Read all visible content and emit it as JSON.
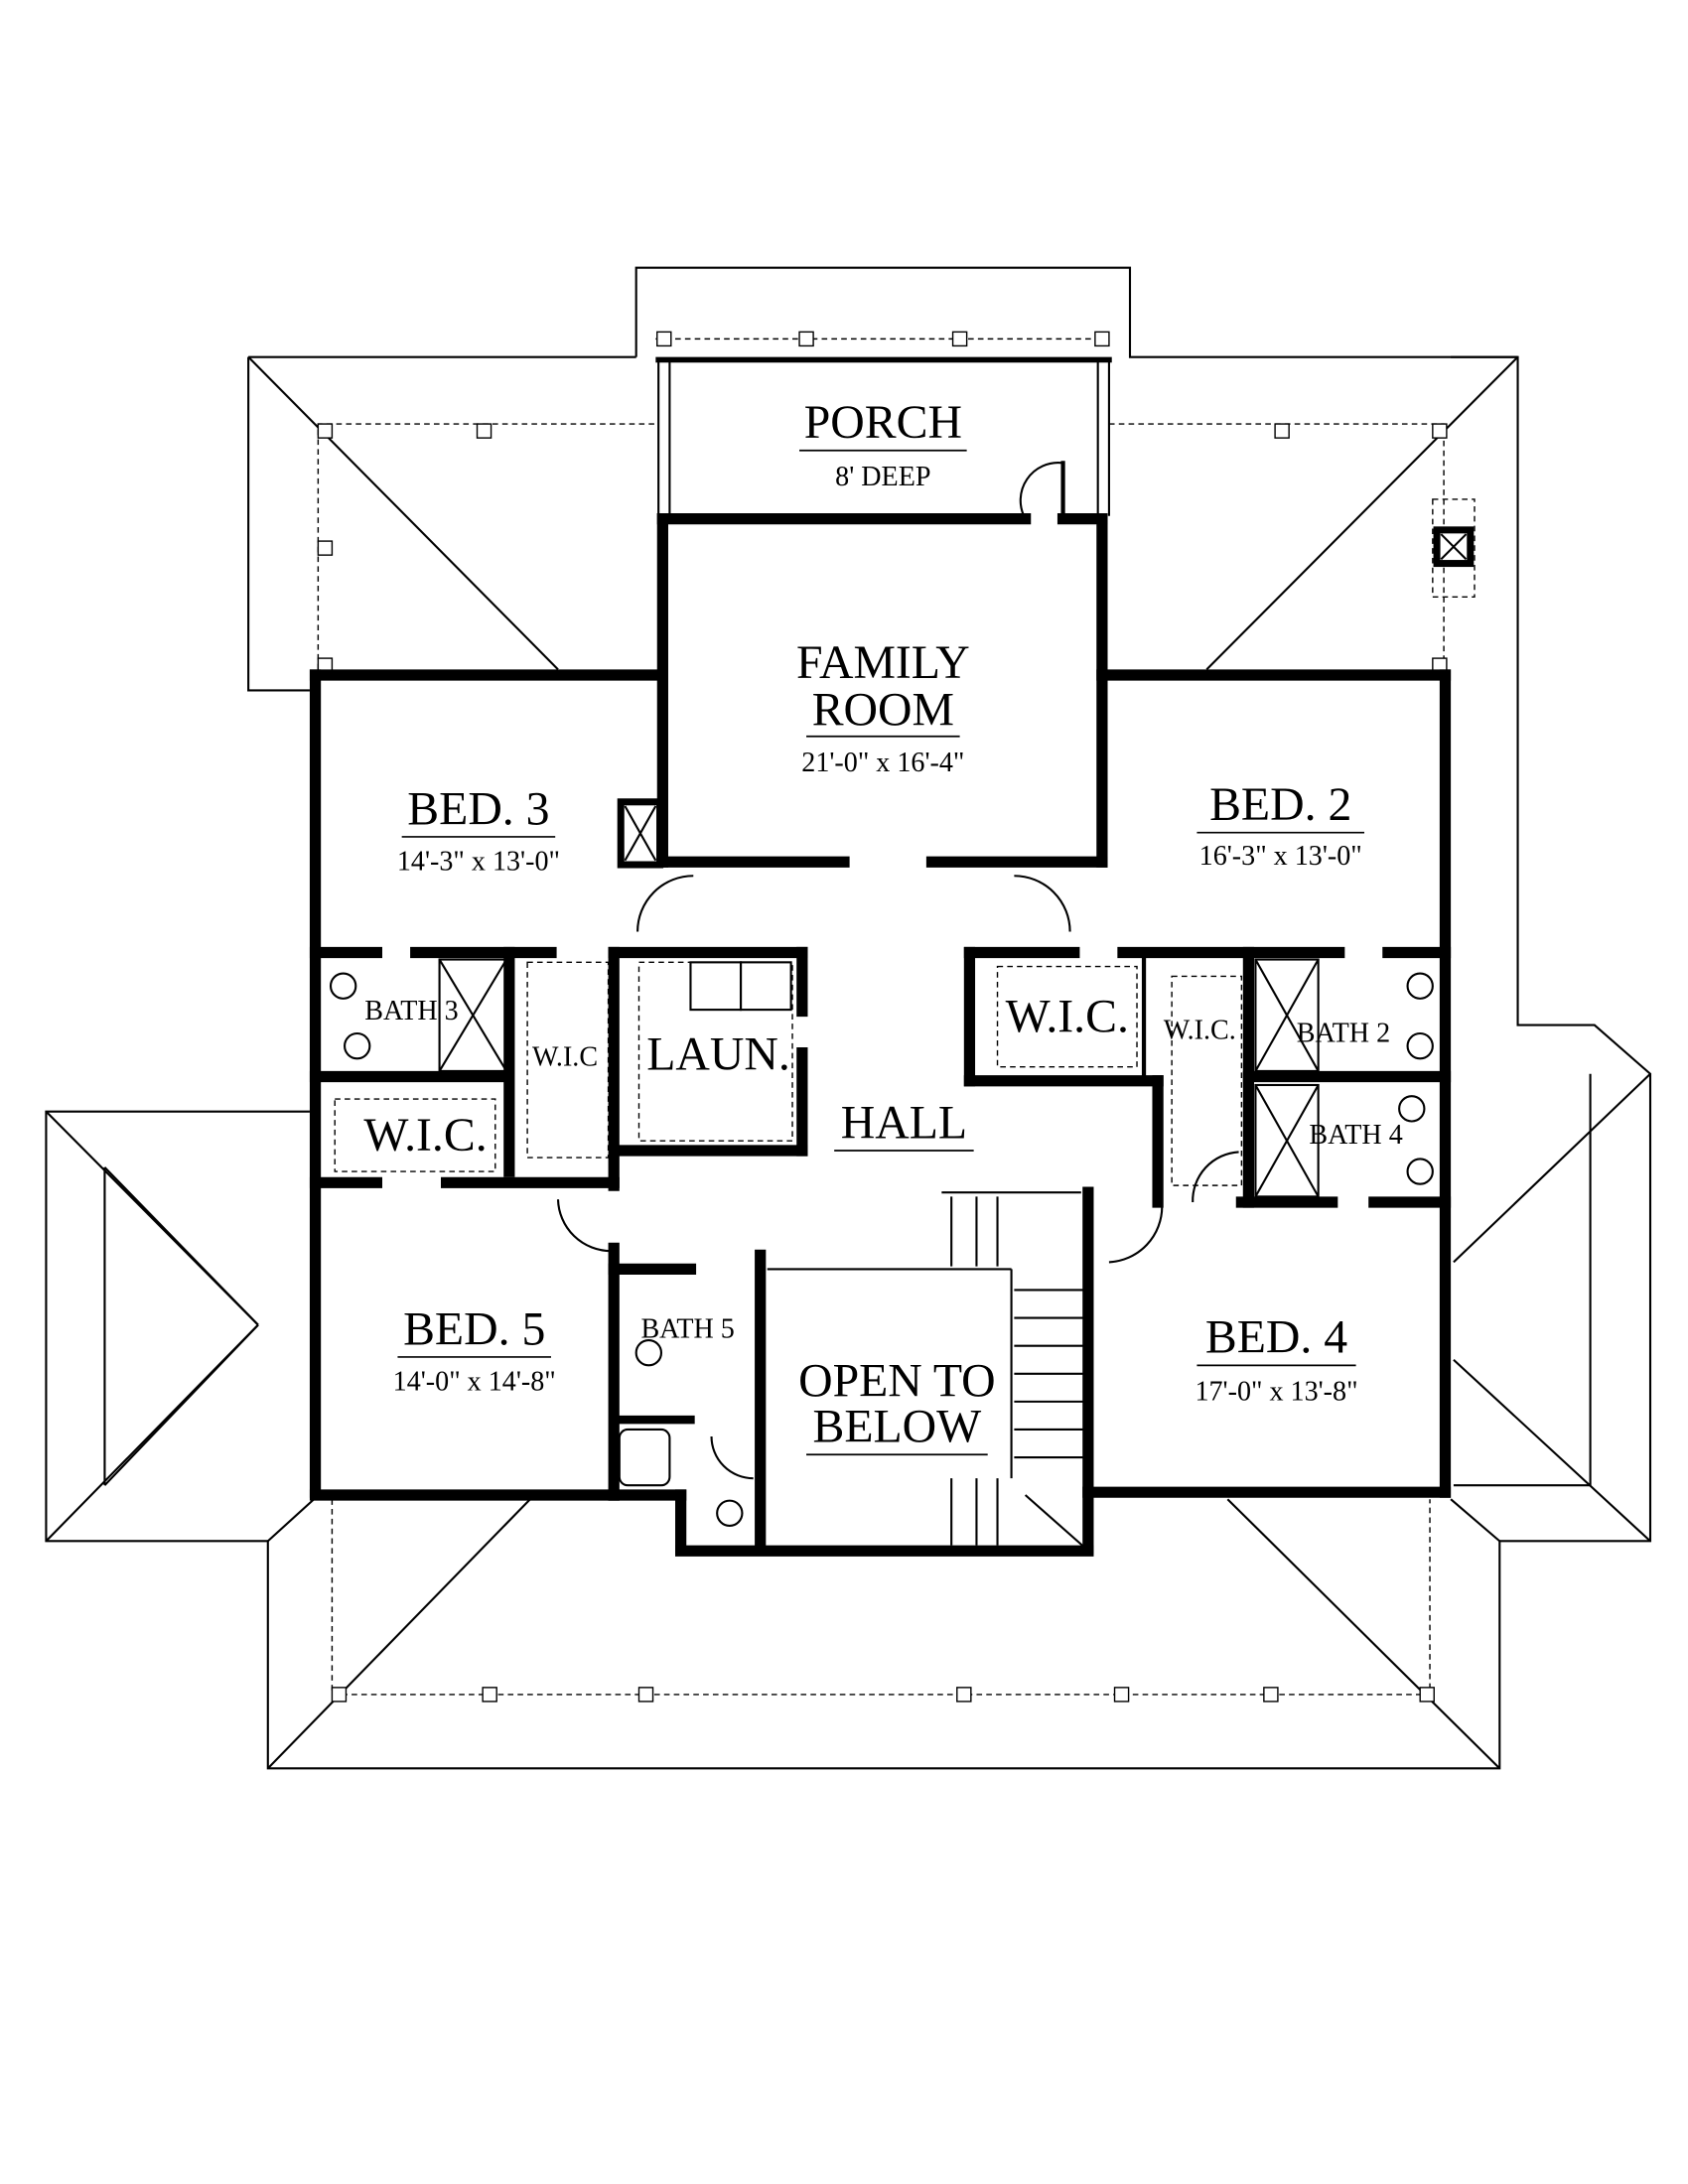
{
  "rooms": {
    "porch": {
      "name": "PORCH",
      "dims": "8' DEEP"
    },
    "family_room": {
      "name_line1": "FAMILY",
      "name_line2": "ROOM",
      "dims": "21'-0\" x 16'-4\""
    },
    "bed3": {
      "name": "BED. 3",
      "dims": "14'-3\" x 13'-0\""
    },
    "bed2": {
      "name": "BED.  2",
      "dims": "16'-3\" x 13'-0\""
    },
    "bath3": {
      "name": "BATH 3"
    },
    "wic_bed3": {
      "name": "W.I.C"
    },
    "laundry": {
      "name": "LAUN."
    },
    "wic_right": {
      "name": "W.I.C."
    },
    "wic_bed2": {
      "name": "W.I.C."
    },
    "bath2": {
      "name": "BATH 2"
    },
    "bath4": {
      "name": "BATH 4"
    },
    "wic_bed5": {
      "name": "W.I.C."
    },
    "hall": {
      "name": "HALL"
    },
    "bed5": {
      "name": "BED. 5",
      "dims": "14'-0\" x 14'-8\""
    },
    "bath5": {
      "name": "BATH 5"
    },
    "open_to_below": {
      "line1": "OPEN TO",
      "line2": "BELOW"
    },
    "bed4": {
      "name": "BED. 4",
      "dims": "17'-0\" x 13'-8\""
    }
  }
}
